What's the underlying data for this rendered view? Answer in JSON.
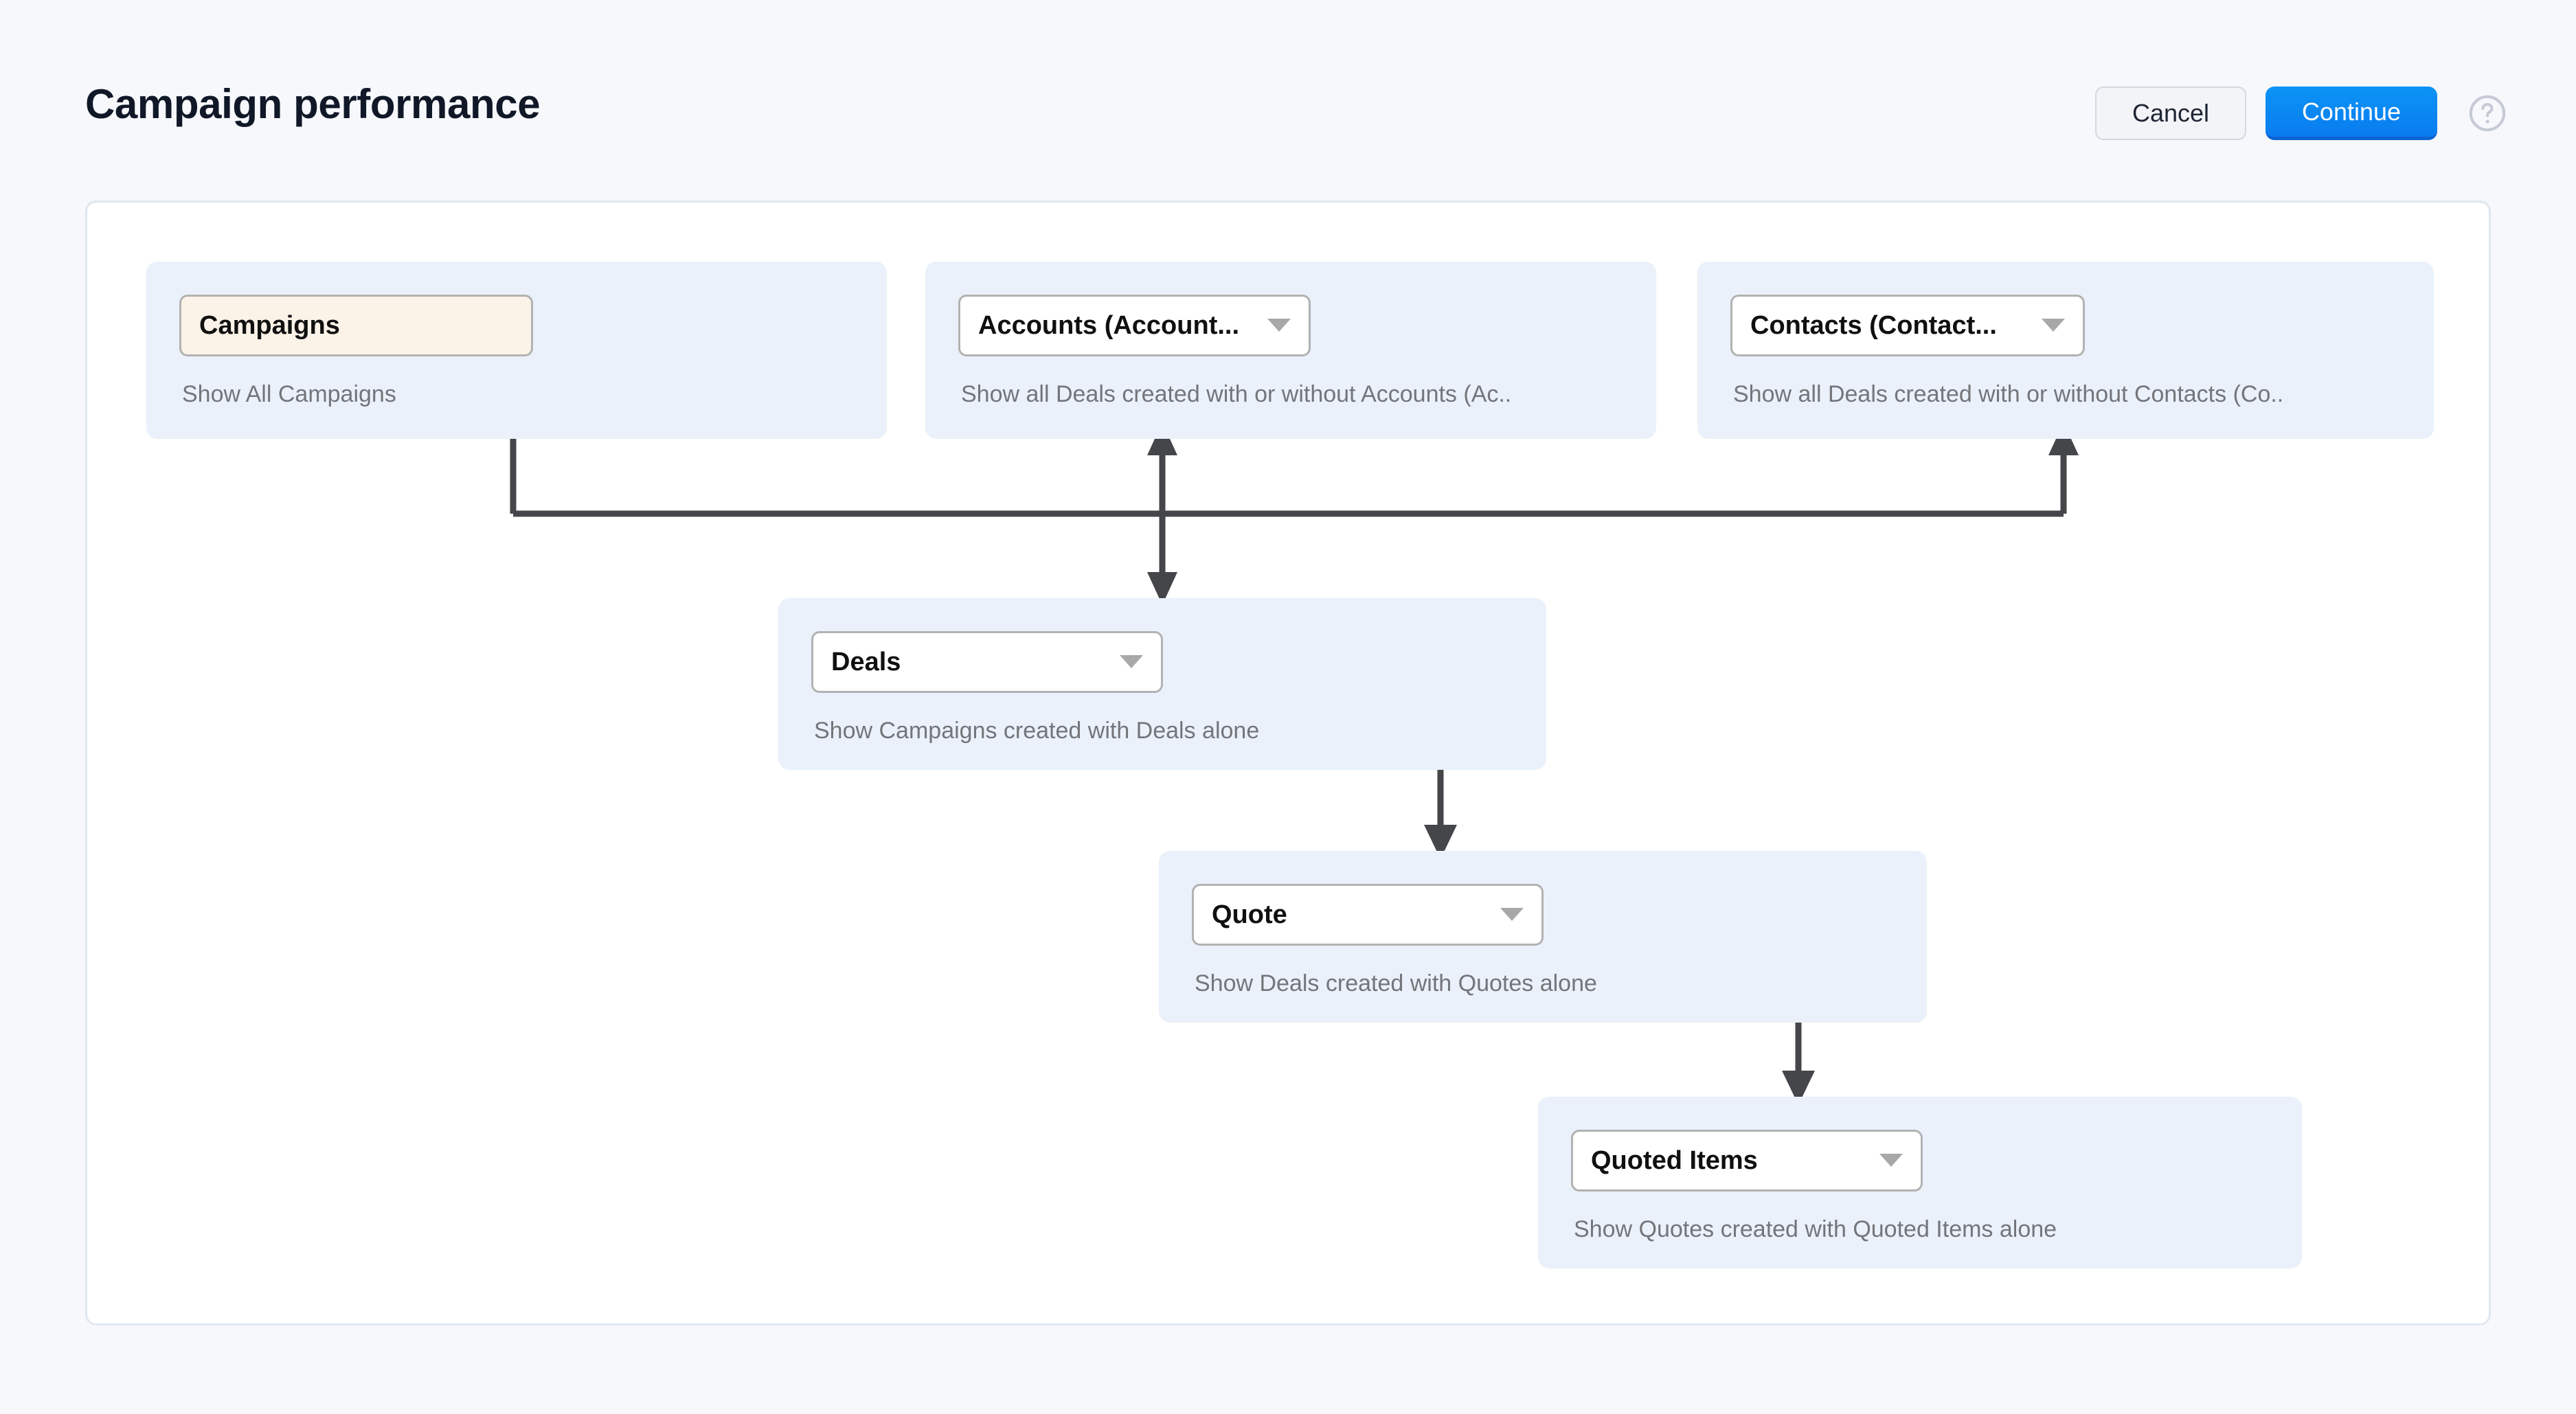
{
  "header": {
    "title": "Campaign performance",
    "cancel_label": "Cancel",
    "continue_label": "Continue",
    "help_icon": "question-circle-icon"
  },
  "colors": {
    "page_background": "#f6f8fb",
    "panel_background": "#ffffff",
    "panel_border": "#dfe7f0",
    "node_card_background": "#eaf1fa",
    "node_pill_background": "#ffffff",
    "root_node_background": "#fbf2e8",
    "node_pill_border": "#b2b2b2",
    "primary_accent": "#0a7cf0",
    "connector": "#44464a",
    "description_text": "#73757a",
    "title_text": "#101828"
  },
  "diagram": {
    "nodes": [
      {
        "id": "campaigns",
        "label": "Campaigns",
        "description": "Show All Campaigns",
        "is_root": true,
        "has_dropdown": false
      },
      {
        "id": "accounts",
        "label": "Accounts (Account...",
        "description": "Show all Deals created with or without Accounts (Ac..",
        "is_root": false,
        "has_dropdown": true,
        "dropdown_icon": "caret-down-icon"
      },
      {
        "id": "contacts",
        "label": "Contacts (Contact...",
        "description": "Show all Deals created with or without Contacts (Co..",
        "is_root": false,
        "has_dropdown": true,
        "dropdown_icon": "caret-down-icon"
      },
      {
        "id": "deals",
        "label": "Deals",
        "description": "Show Campaigns created with Deals alone",
        "is_root": false,
        "has_dropdown": true,
        "dropdown_icon": "caret-down-icon"
      },
      {
        "id": "quote",
        "label": "Quote",
        "description": "Show Deals created with Quotes alone",
        "is_root": false,
        "has_dropdown": true,
        "dropdown_icon": "caret-down-icon"
      },
      {
        "id": "quoted-items",
        "label": "Quoted Items",
        "description": "Show Quotes created with Quoted Items alone",
        "is_root": false,
        "has_dropdown": true,
        "dropdown_icon": "caret-down-icon"
      }
    ],
    "edges": [
      {
        "from": "campaigns",
        "to": "accounts",
        "direction": "up"
      },
      {
        "from": "campaigns",
        "to": "contacts",
        "direction": "up"
      },
      {
        "from": "campaigns",
        "to": "deals",
        "direction": "down"
      },
      {
        "from": "deals",
        "to": "quote",
        "direction": "down"
      },
      {
        "from": "quote",
        "to": "quoted-items",
        "direction": "down"
      }
    ]
  }
}
